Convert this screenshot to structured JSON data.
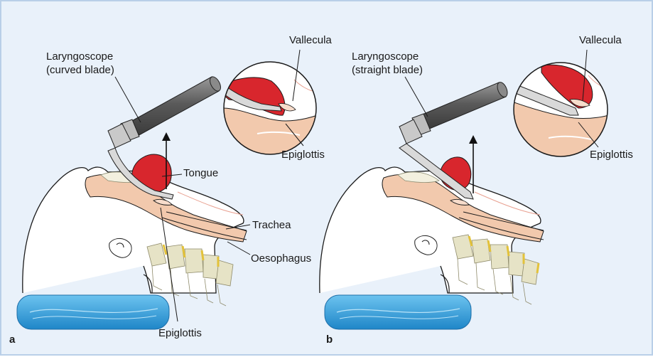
{
  "panel_a": {
    "letter": "a",
    "laryngoscope_line1": "Laryngoscope",
    "laryngoscope_line2": "(curved blade)",
    "vallecula": "Vallecula",
    "epiglottis_inset": "Epiglottis",
    "tongue": "Tongue",
    "trachea": "Trachea",
    "oesophagus": "Oesophagus",
    "epiglottis_bottom": "Epiglottis"
  },
  "panel_b": {
    "letter": "b",
    "laryngoscope_line1": "Laryngoscope",
    "laryngoscope_line2": "(straight blade)",
    "vallecula": "Vallecula",
    "epiglottis_inset": "Epiglottis"
  },
  "colors": {
    "background": "#e9f1fa",
    "skin": "#f2c9ad",
    "tongue": "#d8262d",
    "pillow": "#3aa3de",
    "spine": "#e6e3c6",
    "disc": "#e3c23a",
    "handle": "#6e6e6e"
  }
}
